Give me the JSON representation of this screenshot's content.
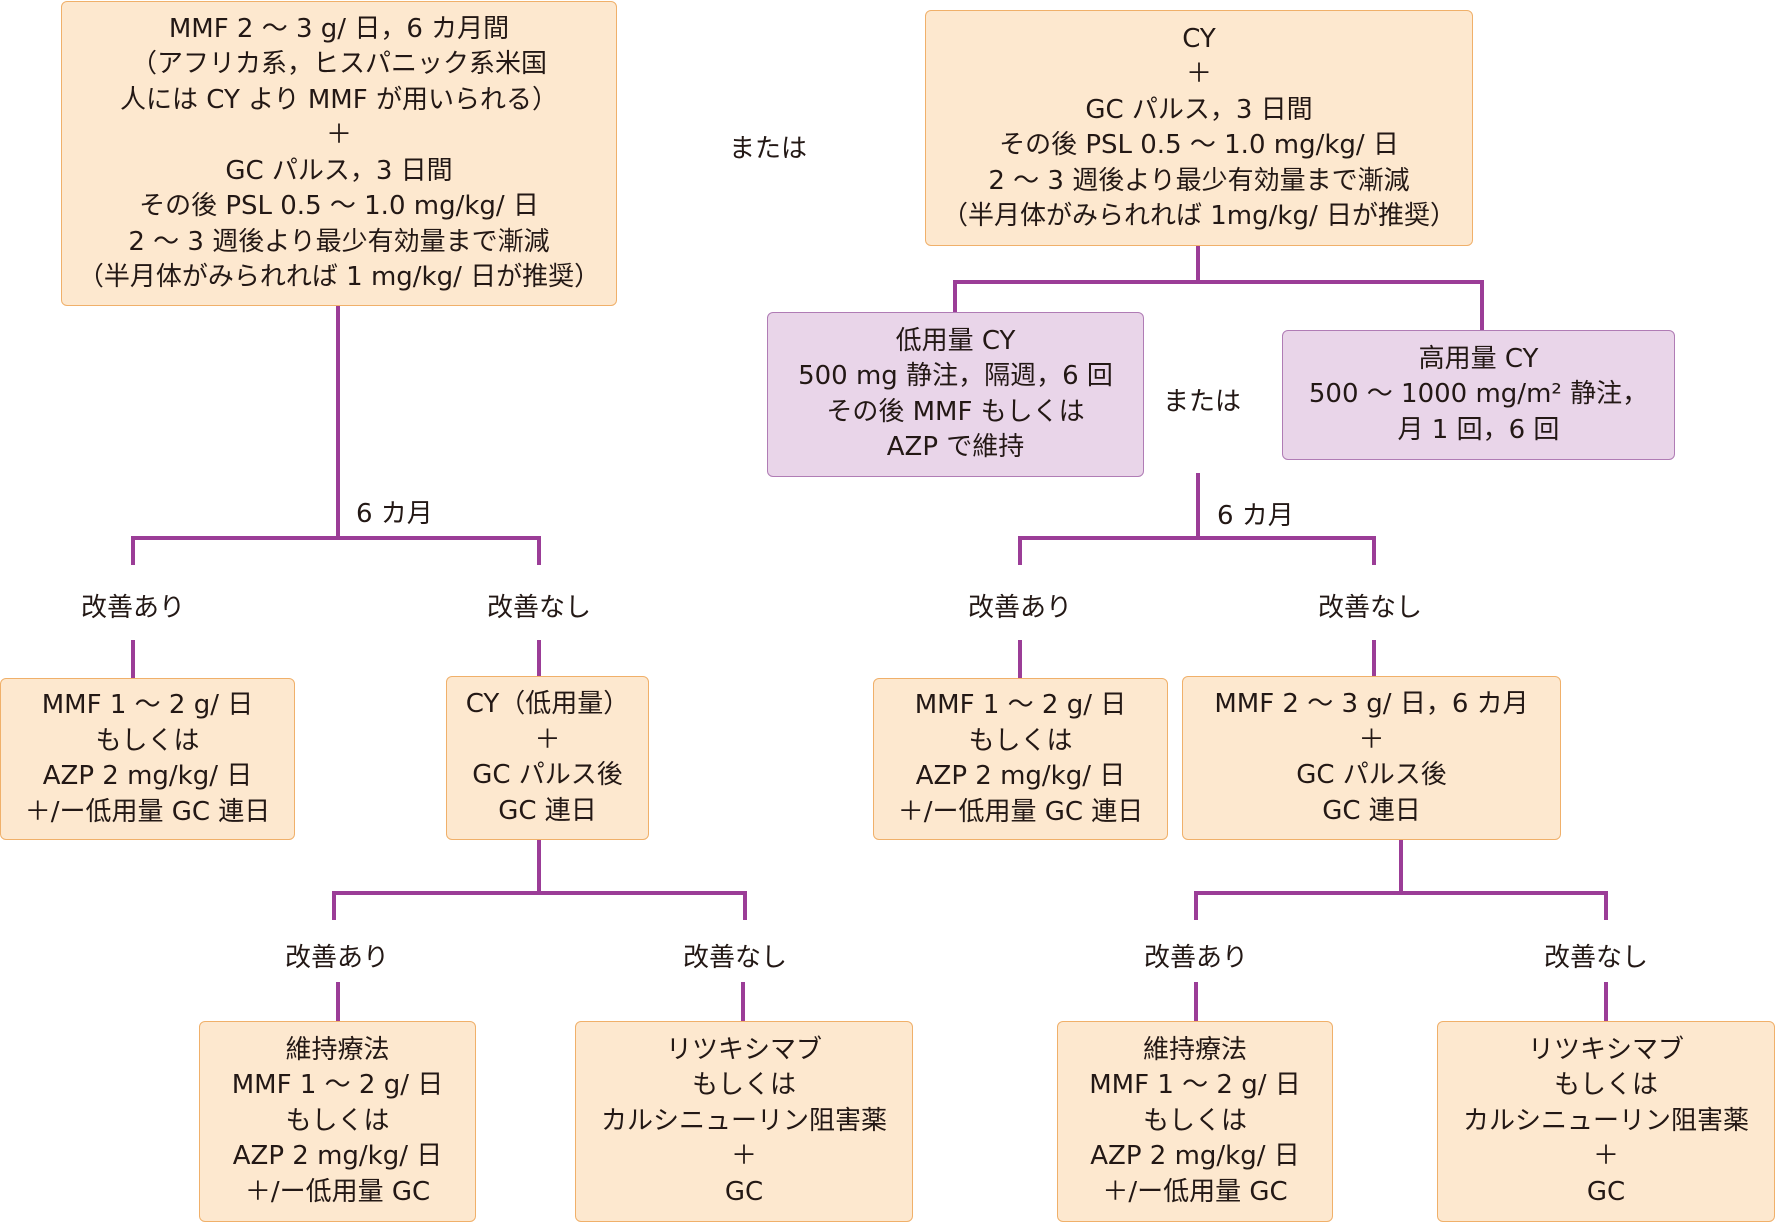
{
  "boxes": {
    "mmf_initial": [
      "MMF 2 ～ 3 g/ 日，6 カ月間",
      "（アフリカ系，ヒスパニック系米国",
      "人には CY より MMF が用いられる）",
      "＋",
      "GC パルス，3 日間",
      "その後 PSL 0.5 ～ 1.0 mg/kg/ 日",
      "2 ～ 3 週後より最少有効量まで漸減",
      "（半月体がみられれば 1 mg/kg/ 日が推奨）"
    ],
    "cy_initial": [
      "CY",
      "＋",
      "GC パルス，3 日間",
      "その後 PSL 0.5 ～ 1.0 mg/kg/ 日",
      "2 ～ 3 週後より最少有効量まで漸減",
      "（半月体がみられれば 1mg/kg/ 日が推奨）"
    ],
    "low_dose_cy": [
      "低用量 CY",
      "500 mg 静注，隔週，6 回",
      "その後 MMF もしくは",
      "AZP で維持"
    ],
    "high_dose_cy": [
      "高用量 CY",
      "500 ～ 1000 mg/m² 静注，",
      "月 1 回，6 回"
    ],
    "left_improved": [
      "MMF 1 ～ 2 g/ 日",
      "もしくは",
      "AZP 2 mg/kg/ 日",
      "＋/ー低用量 GC 連日"
    ],
    "left_not_improved": [
      "CY（低用量）",
      "＋",
      "GC パルス後",
      "GC 連日"
    ],
    "right_improved": [
      "MMF 1 ～ 2 g/ 日",
      "もしくは",
      "AZP 2 mg/kg/ 日",
      "＋/ー低用量 GC 連日"
    ],
    "right_not_improved": [
      "MMF 2 ～ 3 g/ 日，6 カ月",
      "＋",
      "GC パルス後",
      "GC 連日"
    ],
    "left_maintenance": [
      "維持療法",
      "MMF 1 ～ 2 g/ 日",
      "もしくは",
      "AZP 2 mg/kg/ 日",
      "＋/ー低用量 GC"
    ],
    "left_rituximab": [
      "リツキシマブ",
      "もしくは",
      "カルシニューリン阻害薬",
      "＋",
      "GC"
    ],
    "right_maintenance": [
      "維持療法",
      "MMF 1 ～ 2 g/ 日",
      "もしくは",
      "AZP 2 mg/kg/ 日",
      "＋/ー低用量 GC"
    ],
    "right_rituximab": [
      "リツキシマブ",
      "もしくは",
      "カルシニューリン阻害薬",
      "＋",
      "GC"
    ]
  },
  "labels": {
    "or_top": "または",
    "or_middle": "または",
    "six_months_left": "6 カ月",
    "six_months_right": "6 カ月",
    "improved_l1": "改善あり",
    "not_improved_l1": "改善なし",
    "improved_l2": "改善あり",
    "not_improved_l2": "改善なし",
    "improved_r1": "改善あり",
    "not_improved_r1": "改善なし",
    "improved_r2": "改善あり",
    "not_improved_r2": "改善なし"
  },
  "colors": {
    "box_fill": "#fde8cf",
    "box_border": "#f0b06a",
    "purple_fill": "#e9d5e9",
    "purple_border": "#b07cb5",
    "connector": "#9b3d97"
  }
}
